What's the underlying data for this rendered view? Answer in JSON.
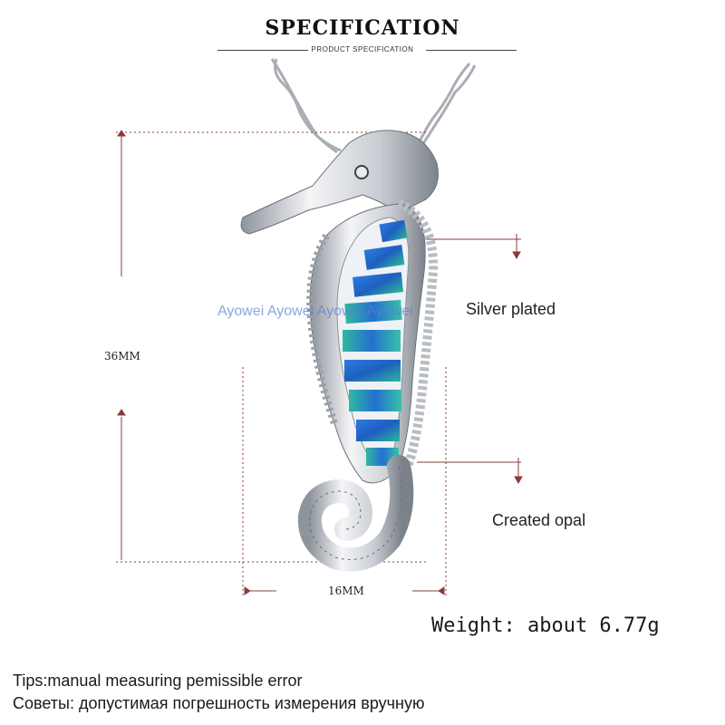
{
  "header": {
    "title": "SPECIFICATION",
    "subtitle": "PRODUCT SPECIFICATION"
  },
  "dimensions": {
    "height_label": "36MM",
    "width_label": "16MM"
  },
  "callouts": {
    "material_1": "Silver plated",
    "material_2": "Created opal"
  },
  "watermark": {
    "text": "Ayowei Ayowei Ayowei Ayowei"
  },
  "weight": {
    "text": "Weight: about 6.77g"
  },
  "tips": {
    "line_en": "Tips:manual measuring pemissible error",
    "line_ru": "Советы: допустимая погрешность измерения вручную"
  },
  "colors": {
    "dimension_line": "#8a3b3b",
    "silver": "#c8ccd2",
    "opal_blue": "#2f6fd0",
    "opal_green": "#2fb09a"
  }
}
